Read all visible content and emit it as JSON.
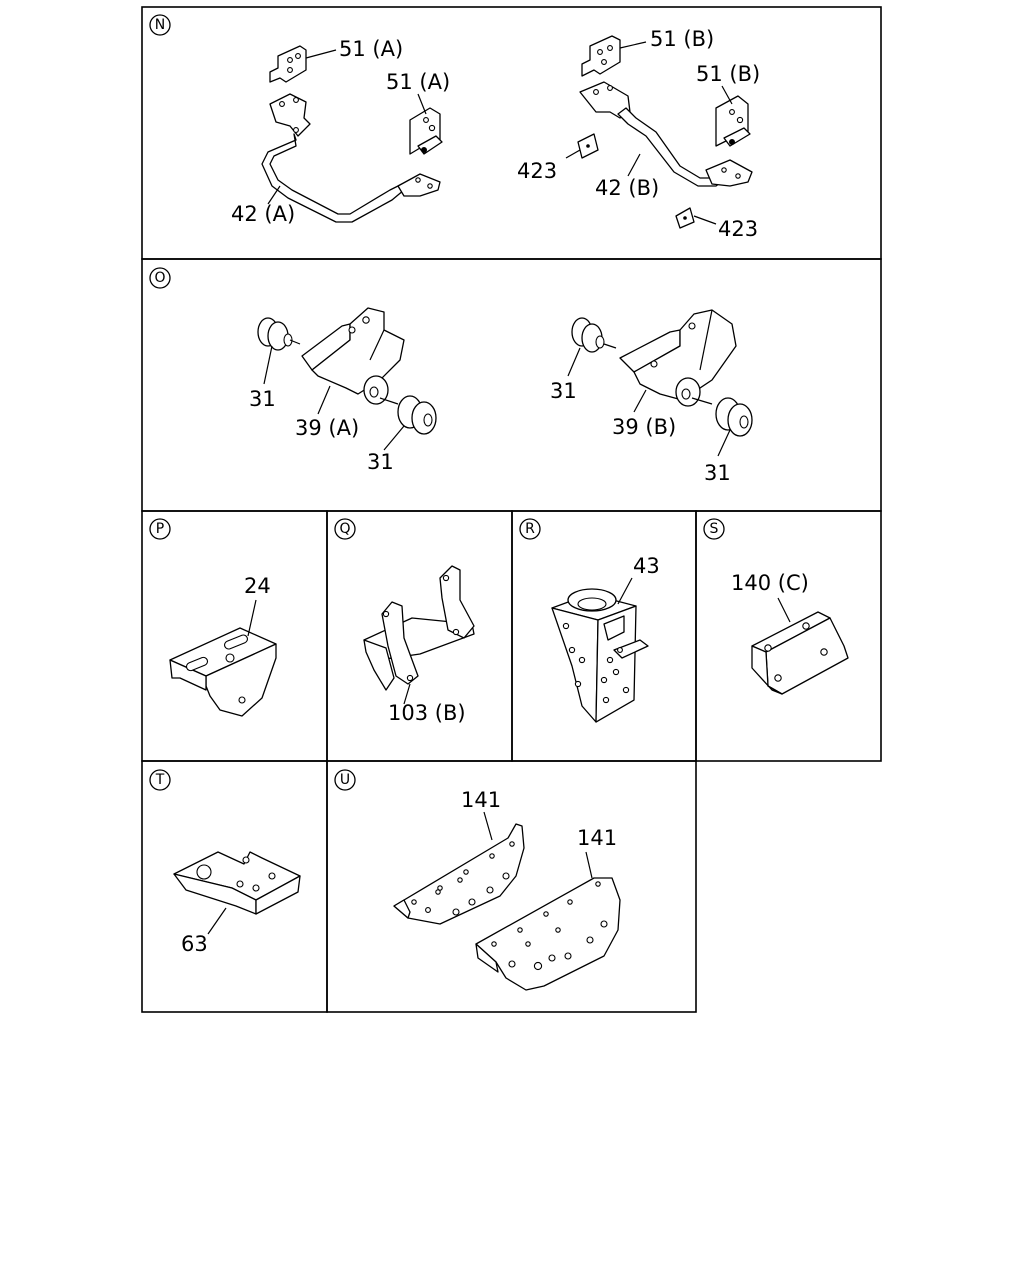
{
  "sections": {
    "N": {
      "badge": "N",
      "labels": {
        "a1": "51 (A)",
        "a2": "51 (A)",
        "a3": "42 (A)",
        "b1": "51 (B)",
        "b2": "51 (B)",
        "b3": "423",
        "b4": "42 (B)",
        "b5": "423"
      }
    },
    "O": {
      "badge": "O",
      "labels": {
        "a1": "31",
        "a2": "39 (A)",
        "a3": "31",
        "b1": "31",
        "b2": "39 (B)",
        "b3": "31"
      }
    },
    "P": {
      "badge": "P",
      "labels": {
        "a1": "24"
      }
    },
    "Q": {
      "badge": "Q",
      "labels": {
        "a1": "103 (B)"
      }
    },
    "R": {
      "badge": "R",
      "labels": {
        "a1": "43"
      }
    },
    "S": {
      "badge": "S",
      "labels": {
        "a1": "140 (C)"
      }
    },
    "T": {
      "badge": "T",
      "labels": {
        "a1": "63"
      }
    },
    "U": {
      "badge": "U",
      "labels": {
        "a1": "141",
        "a2": "141"
      }
    }
  }
}
